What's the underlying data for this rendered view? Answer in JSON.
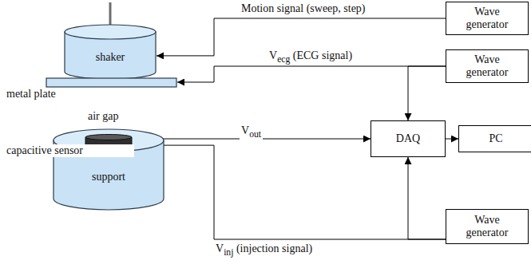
{
  "diagram": {
    "nodes": [
      {
        "text": [
          "Wave generator"
        ]
      },
      {
        "text": [
          "shaker"
        ]
      },
      {
        "text": [
          "metal plate"
        ]
      },
      {
        "text": [
          "Wave generator"
        ]
      },
      {
        "text": [
          "DAQ"
        ]
      },
      {
        "text": [
          "PC"
        ]
      },
      {
        "text": [
          "support"
        ]
      },
      {
        "text": [
          "capacitive sensor"
        ]
      },
      {
        "text": [
          "Wave generator"
        ]
      }
    ],
    "edges": [
      {
        "from": 0,
        "to": 1,
        "arrow": "to",
        "label": "Motion signal (sweep, step)"
      },
      {
        "from": 3,
        "to": 2,
        "arrow": "to",
        "label": "Vecg (ECG signal)"
      },
      {
        "from": 3,
        "to": 4,
        "arrow": "to"
      },
      {
        "from": 7,
        "to": 4,
        "arrow": "to",
        "label": "Vout"
      },
      {
        "from": 8,
        "to": 7,
        "arrow": "to",
        "label": "Vinj (injection signal)"
      },
      {
        "from": 8,
        "to": 4,
        "arrow": "to"
      },
      {
        "from": 4,
        "to": 5,
        "arrow": "to"
      }
    ],
    "labels": [
      "air gap"
    ]
  }
}
